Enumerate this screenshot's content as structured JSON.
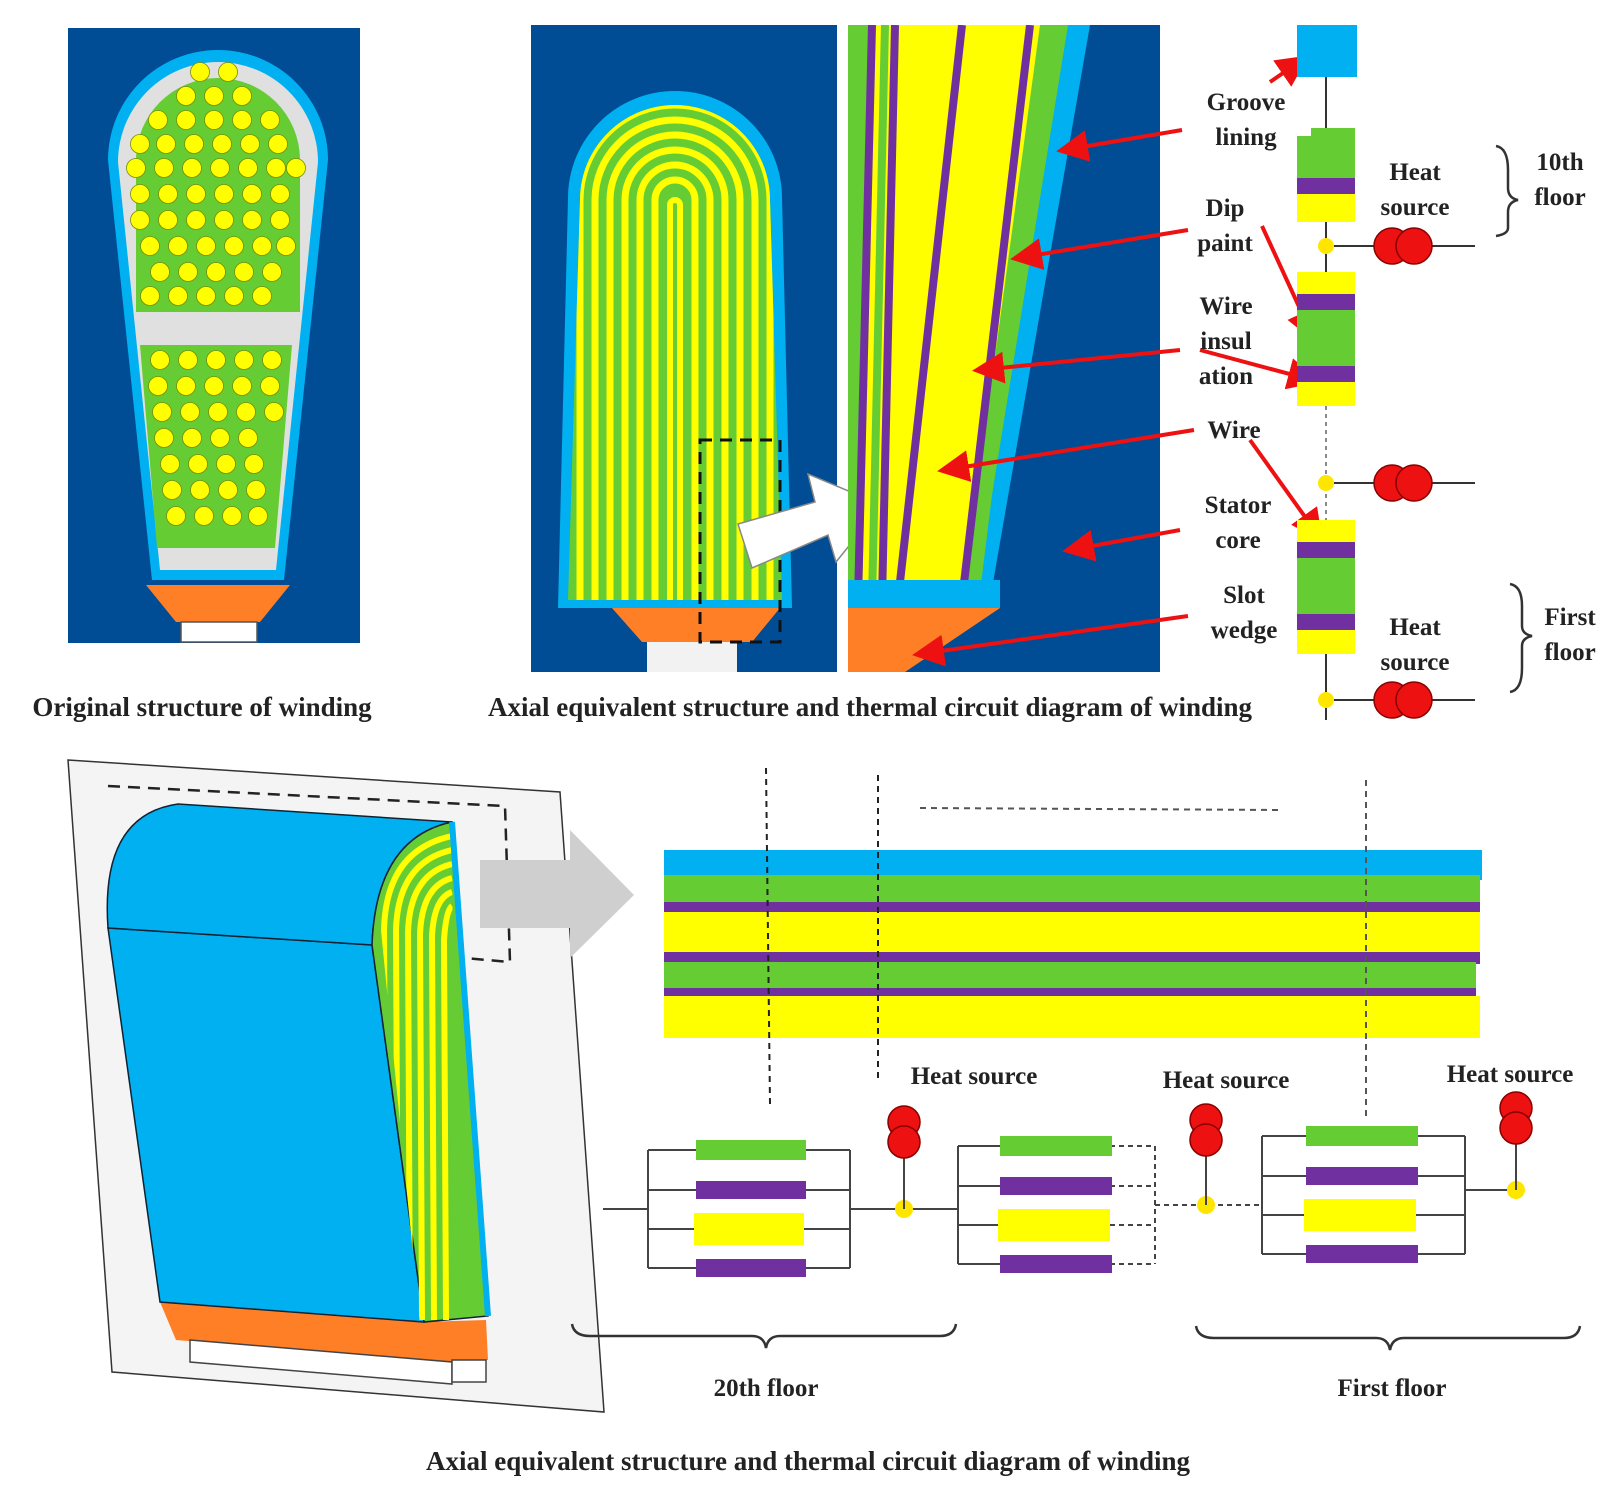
{
  "colors": {
    "navy": "#004d96",
    "cyan": "#00b0f0",
    "green": "#66cc33",
    "yellow": "#ffff00",
    "purple": "#7030a0",
    "orange": "#ff7f27",
    "red": "#ee1111",
    "grey_fill": "#e0e0e0",
    "arrow_grey": "#cfcfcf"
  },
  "captions": {
    "top_left": "Original structure of winding",
    "top_right": "Axial equivalent structure and thermal circuit diagram of winding",
    "bottom": "Axial equivalent structure and thermal circuit diagram of winding"
  },
  "annotations": {
    "groove_lining": [
      "Groove",
      "lining"
    ],
    "dip_paint": [
      "Dip",
      "paint"
    ],
    "wire_insulation": [
      "Wire",
      "insul",
      "ation"
    ],
    "wire": [
      "Wire"
    ],
    "stator_core": [
      "Stator",
      "core"
    ],
    "slot_wedge": [
      "Slot",
      "wedge"
    ]
  },
  "thermal_circuit_vertical": {
    "heat_source_top": [
      "Heat",
      "source"
    ],
    "heat_source_bottom": [
      "Heat",
      "source"
    ],
    "floor_top": [
      "10th",
      "floor"
    ],
    "floor_bottom": [
      "First",
      "floor"
    ]
  },
  "thermal_circuit_horizontal": {
    "heat_source_labels": [
      "Heat source",
      "Heat source",
      "Heat source"
    ],
    "floor_left": "20th floor",
    "floor_right": "First floor"
  },
  "icons": [
    "heat-source-icon",
    "red-arrow-icon",
    "block-arrow-icon",
    "brace-icon"
  ]
}
